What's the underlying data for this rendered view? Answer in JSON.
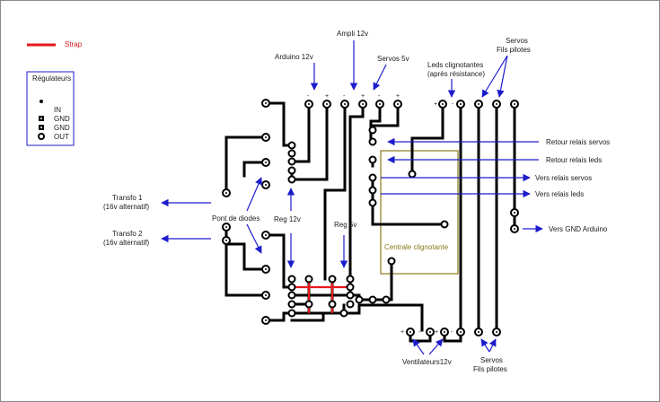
{
  "colors": {
    "trace": "#000000",
    "strap": "#e8181c",
    "arrow": "#1c1ccc",
    "module": "#8a7a1a",
    "legend_border": "#1c1ccc"
  },
  "legend": {
    "strap_label": "Strap",
    "regulator_title": "Régulateurs",
    "pins": [
      "IN",
      "GND",
      "GND",
      "OUT"
    ]
  },
  "labels": {
    "arduino": "Arduino 12v",
    "ampli": "Ampli 12v",
    "servos5v": "Servos 5v",
    "leds_clign_1": "Leds clignotantes",
    "leds_clign_2": "(après résistance)",
    "servos_top_1": "Servos",
    "servos_top_2": "Fils pilotes",
    "retour_servos": "Retour relais servos",
    "retour_leds": "Retour relais leds",
    "vers_servos": "Vers relais servos",
    "vers_leds": "Vers relais leds",
    "vers_gnd": "Vers GND Arduino",
    "transfo1_1": "Transfo 1",
    "transfo1_2": "(16v alternatif)",
    "transfo2_1": "Transfo 2",
    "transfo2_2": "(16v alternatif)",
    "pont": "Pont de diodes",
    "reg12": "Reg 12v",
    "reg5": "Reg 5v",
    "centrale": "Centrale clignotante",
    "ventilateurs": "Ventilateurs12v",
    "servos_bot_1": "Servos",
    "servos_bot_2": "Fils pilotes"
  },
  "polarity": {
    "top": [
      "-",
      "+",
      "-",
      "+",
      "-",
      "+"
    ],
    "leds": [
      "+",
      "-"
    ],
    "fans": [
      "+",
      "-",
      "+",
      "-"
    ]
  }
}
